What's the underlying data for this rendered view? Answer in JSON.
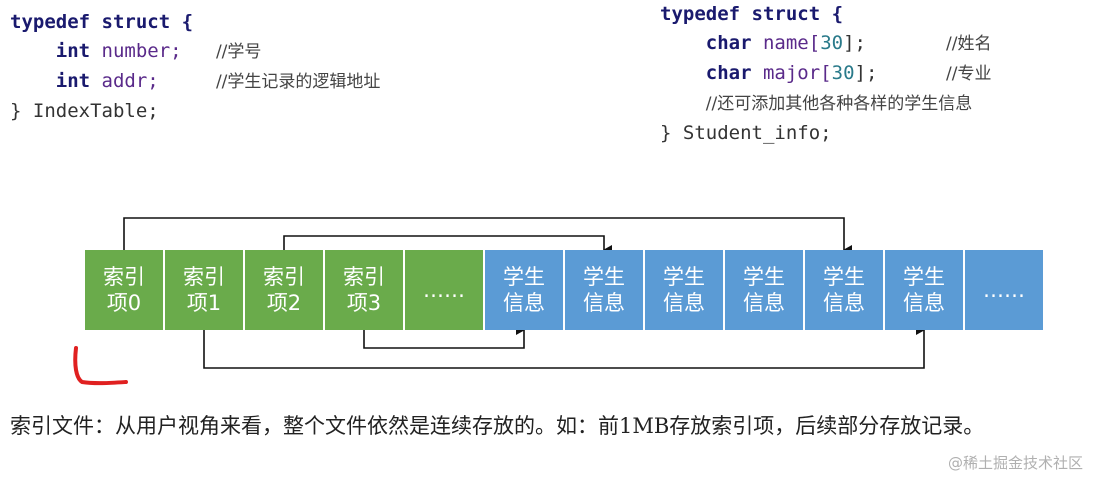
{
  "code_left": {
    "line1": "typedef struct {",
    "line2_type": "int",
    "line2_field": "number;",
    "line2_comment": "//学号",
    "line3_type": "int",
    "line3_field": "addr;",
    "line3_comment": "//学生记录的逻辑地址",
    "line4": "} IndexTable;"
  },
  "code_right": {
    "line1": "typedef struct {",
    "line2_type": "char",
    "line2_field": "name[",
    "line2_num": "30",
    "line2_end": "];",
    "line2_comment": "//姓名",
    "line3_type": "char",
    "line3_field": "major[",
    "line3_num": "30",
    "line3_end": "];",
    "line3_comment": "//专业",
    "line4_comment": "//还可添加其他各种各样的学生信息",
    "line5": "} Student_info;"
  },
  "cells": [
    {
      "label": "索引\n项0",
      "kind": "index"
    },
    {
      "label": "索引\n项1",
      "kind": "index"
    },
    {
      "label": "索引\n项2",
      "kind": "index"
    },
    {
      "label": "索引\n项3",
      "kind": "index"
    },
    {
      "label": "……",
      "kind": "index"
    },
    {
      "label": "学生\n信息",
      "kind": "record"
    },
    {
      "label": "学生\n信息",
      "kind": "record"
    },
    {
      "label": "学生\n信息",
      "kind": "record"
    },
    {
      "label": "学生\n信息",
      "kind": "record"
    },
    {
      "label": "学生\n信息",
      "kind": "record"
    },
    {
      "label": "学生\n信息",
      "kind": "record"
    },
    {
      "label": "……",
      "kind": "record"
    }
  ],
  "pointers": [
    {
      "from": 0,
      "to": 9
    },
    {
      "from": 2,
      "to": 6
    },
    {
      "from": 1,
      "to": 10
    },
    {
      "from": 3,
      "to": 5
    }
  ],
  "colors": {
    "index": "#6aab4b",
    "record": "#5b9bd5",
    "annotation": "#e02020",
    "arrow": "#111111"
  },
  "caption": "索引文件：从用户视角来看，整个文件依然是连续存放的。如：前1MB存放索引项，后续部分存放记录。",
  "watermark": "@稀土掘金技术社区"
}
